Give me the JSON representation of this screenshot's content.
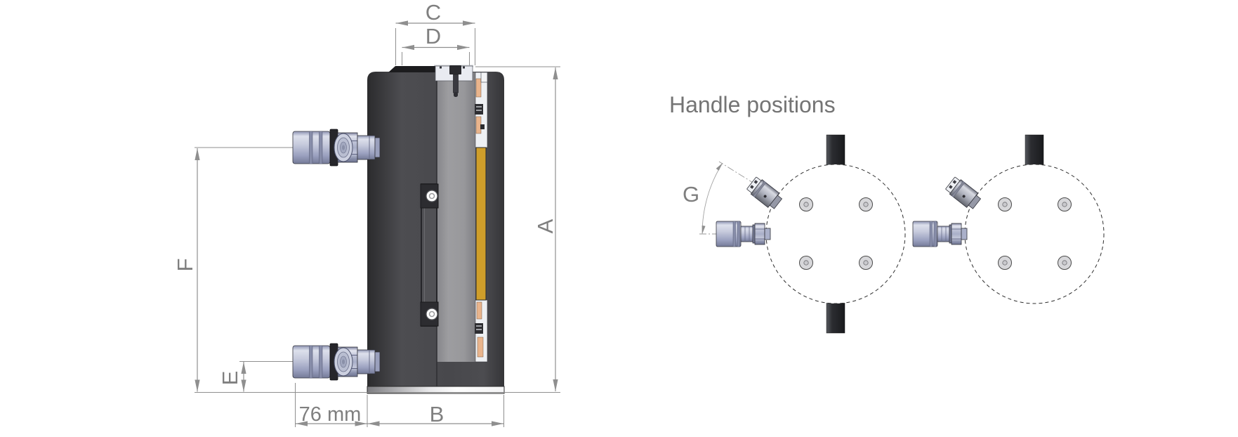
{
  "title": "Handle positions",
  "labels": {
    "a": "A",
    "b": "B",
    "c": "C",
    "d": "D",
    "e": "E",
    "f": "F",
    "g": "G",
    "base_width": "76 mm"
  },
  "colors": {
    "accent_yellow": "#cf9e2a",
    "seal_tan": "#e9b48c",
    "body_dark": "#46464a",
    "section_gray": "#97979a",
    "coupler_steel": "#bdc2d8",
    "dimension_gray": "#8f8f8f",
    "label_gray": "#7f7f7f",
    "title_gray": "#747474"
  }
}
